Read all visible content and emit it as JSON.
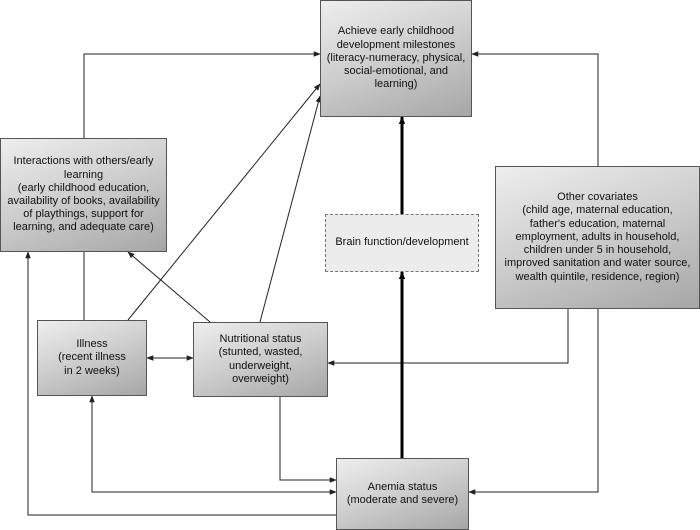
{
  "boxes": {
    "achieve": "Achieve early childhood\ndevelopment milestones\n(literacy-numeracy, physical,\nsocial-emotional, and\nlearning)",
    "interactions": "Interactions with others/early\nlearning\n(early childhood education,\navailability of books, availability\nof playthings, support for\nlearning, and adequate care)",
    "brain": "Brain function/development",
    "covariates": "Other covariates\n(child age, maternal education,\nfather's education, maternal\nemployment, adults in household,\nchildren under 5 in household,\nimproved sanitation and water source,\nwealth quintile, residence, region)",
    "illness": "Illness\n(recent illness\nin 2 weeks)",
    "nutrition": "Nutritional status\n(stunted, wasted,\nunderweight,\noverweight)",
    "anemia": "Anemia status\n(moderate and severe)"
  },
  "colors": {
    "line": "#222222",
    "box_border": "#555555"
  }
}
